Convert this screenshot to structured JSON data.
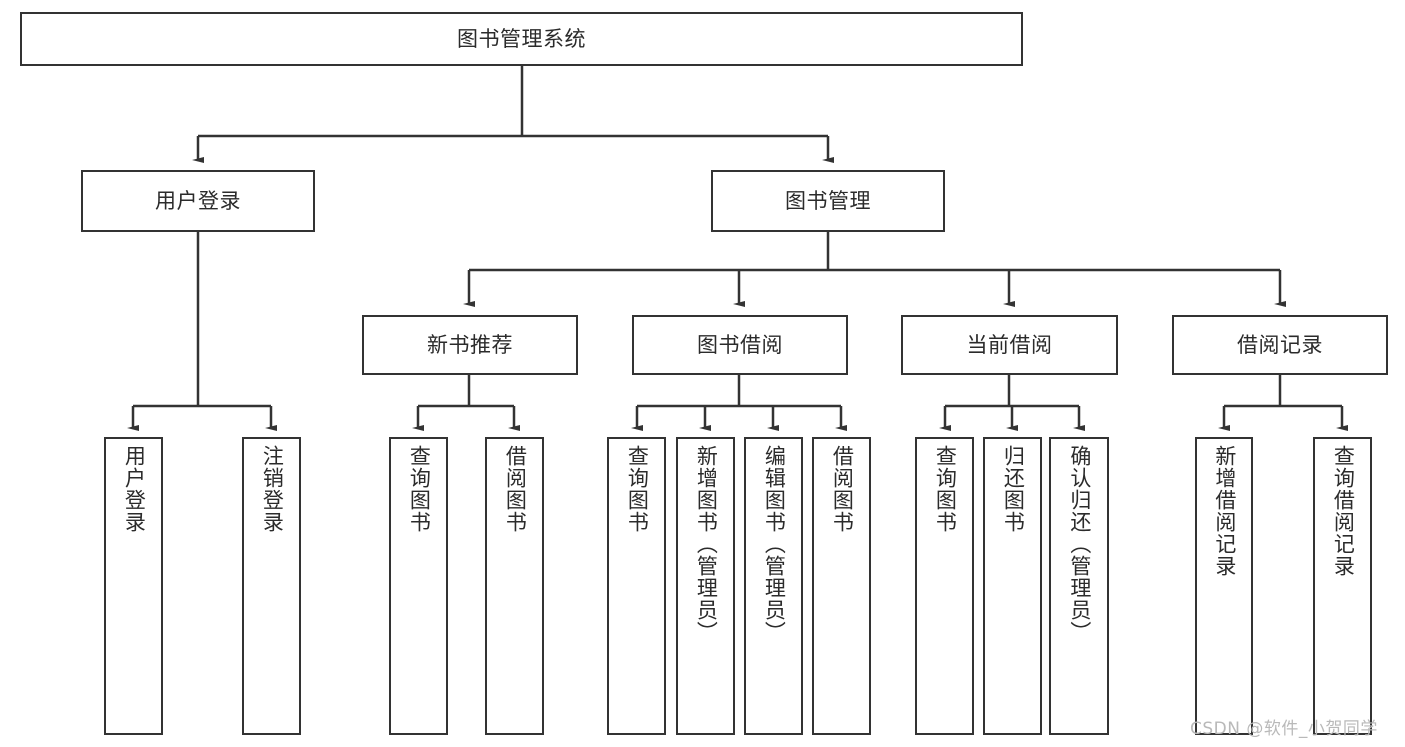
{
  "diagram": {
    "type": "tree-hierarchy-chart",
    "title": "图书管理系统",
    "orientation": "top-down",
    "style": {
      "box_fill": "#ffffff",
      "box_border": "#333333",
      "edge_color": "#333333",
      "text_color": "#2b2b2b",
      "background": "#ffffff"
    },
    "levels": [
      {
        "level": 1,
        "nodes": [
          {
            "id": "root",
            "label": "图书管理系统",
            "text_orientation": "horizontal"
          }
        ]
      },
      {
        "level": 2,
        "nodes": [
          {
            "id": "login",
            "label": "用户登录",
            "parent": "root",
            "text_orientation": "horizontal"
          },
          {
            "id": "bookmgmt",
            "label": "图书管理",
            "parent": "root",
            "text_orientation": "horizontal"
          }
        ]
      },
      {
        "level": 3,
        "nodes": [
          {
            "id": "newbook",
            "label": "新书推荐",
            "parent": "bookmgmt",
            "text_orientation": "horizontal"
          },
          {
            "id": "borrow",
            "label": "图书借阅",
            "parent": "bookmgmt",
            "text_orientation": "horizontal"
          },
          {
            "id": "current",
            "label": "当前借阅",
            "parent": "bookmgmt",
            "text_orientation": "horizontal"
          },
          {
            "id": "record",
            "label": "借阅记录",
            "parent": "bookmgmt",
            "text_orientation": "horizontal"
          }
        ]
      },
      {
        "level": 4,
        "nodes": [
          {
            "id": "leaf-user-login",
            "label": "用户登录",
            "parent": "login",
            "text_orientation": "vertical"
          },
          {
            "id": "leaf-user-logout",
            "label": "注销登录",
            "parent": "login",
            "text_orientation": "vertical"
          },
          {
            "id": "leaf-newbook-query",
            "label": "查询图书",
            "parent": "newbook",
            "text_orientation": "vertical"
          },
          {
            "id": "leaf-newbook-borrow",
            "label": "借阅图书",
            "parent": "newbook",
            "text_orientation": "vertical"
          },
          {
            "id": "leaf-borrow-query",
            "label": "查询图书",
            "parent": "borrow",
            "text_orientation": "vertical"
          },
          {
            "id": "leaf-borrow-add",
            "label": "新增图书（管理员）",
            "parent": "borrow",
            "text_orientation": "vertical"
          },
          {
            "id": "leaf-borrow-edit",
            "label": "编辑图书（管理员）",
            "parent": "borrow",
            "text_orientation": "vertical"
          },
          {
            "id": "leaf-borrow-lend",
            "label": "借阅图书",
            "parent": "borrow",
            "text_orientation": "vertical"
          },
          {
            "id": "leaf-current-query",
            "label": "查询图书",
            "parent": "current",
            "text_orientation": "vertical"
          },
          {
            "id": "leaf-current-return",
            "label": "归还图书",
            "parent": "current",
            "text_orientation": "vertical"
          },
          {
            "id": "leaf-current-confirm",
            "label": "确认归还（管理员）",
            "parent": "current",
            "text_orientation": "vertical"
          },
          {
            "id": "leaf-record-add",
            "label": "新增借阅记录",
            "parent": "record",
            "text_orientation": "vertical"
          },
          {
            "id": "leaf-record-query",
            "label": "查询借阅记录",
            "parent": "record",
            "text_orientation": "vertical"
          }
        ]
      }
    ]
  },
  "watermark": {
    "text": "CSDN @软件_小贺同学"
  }
}
